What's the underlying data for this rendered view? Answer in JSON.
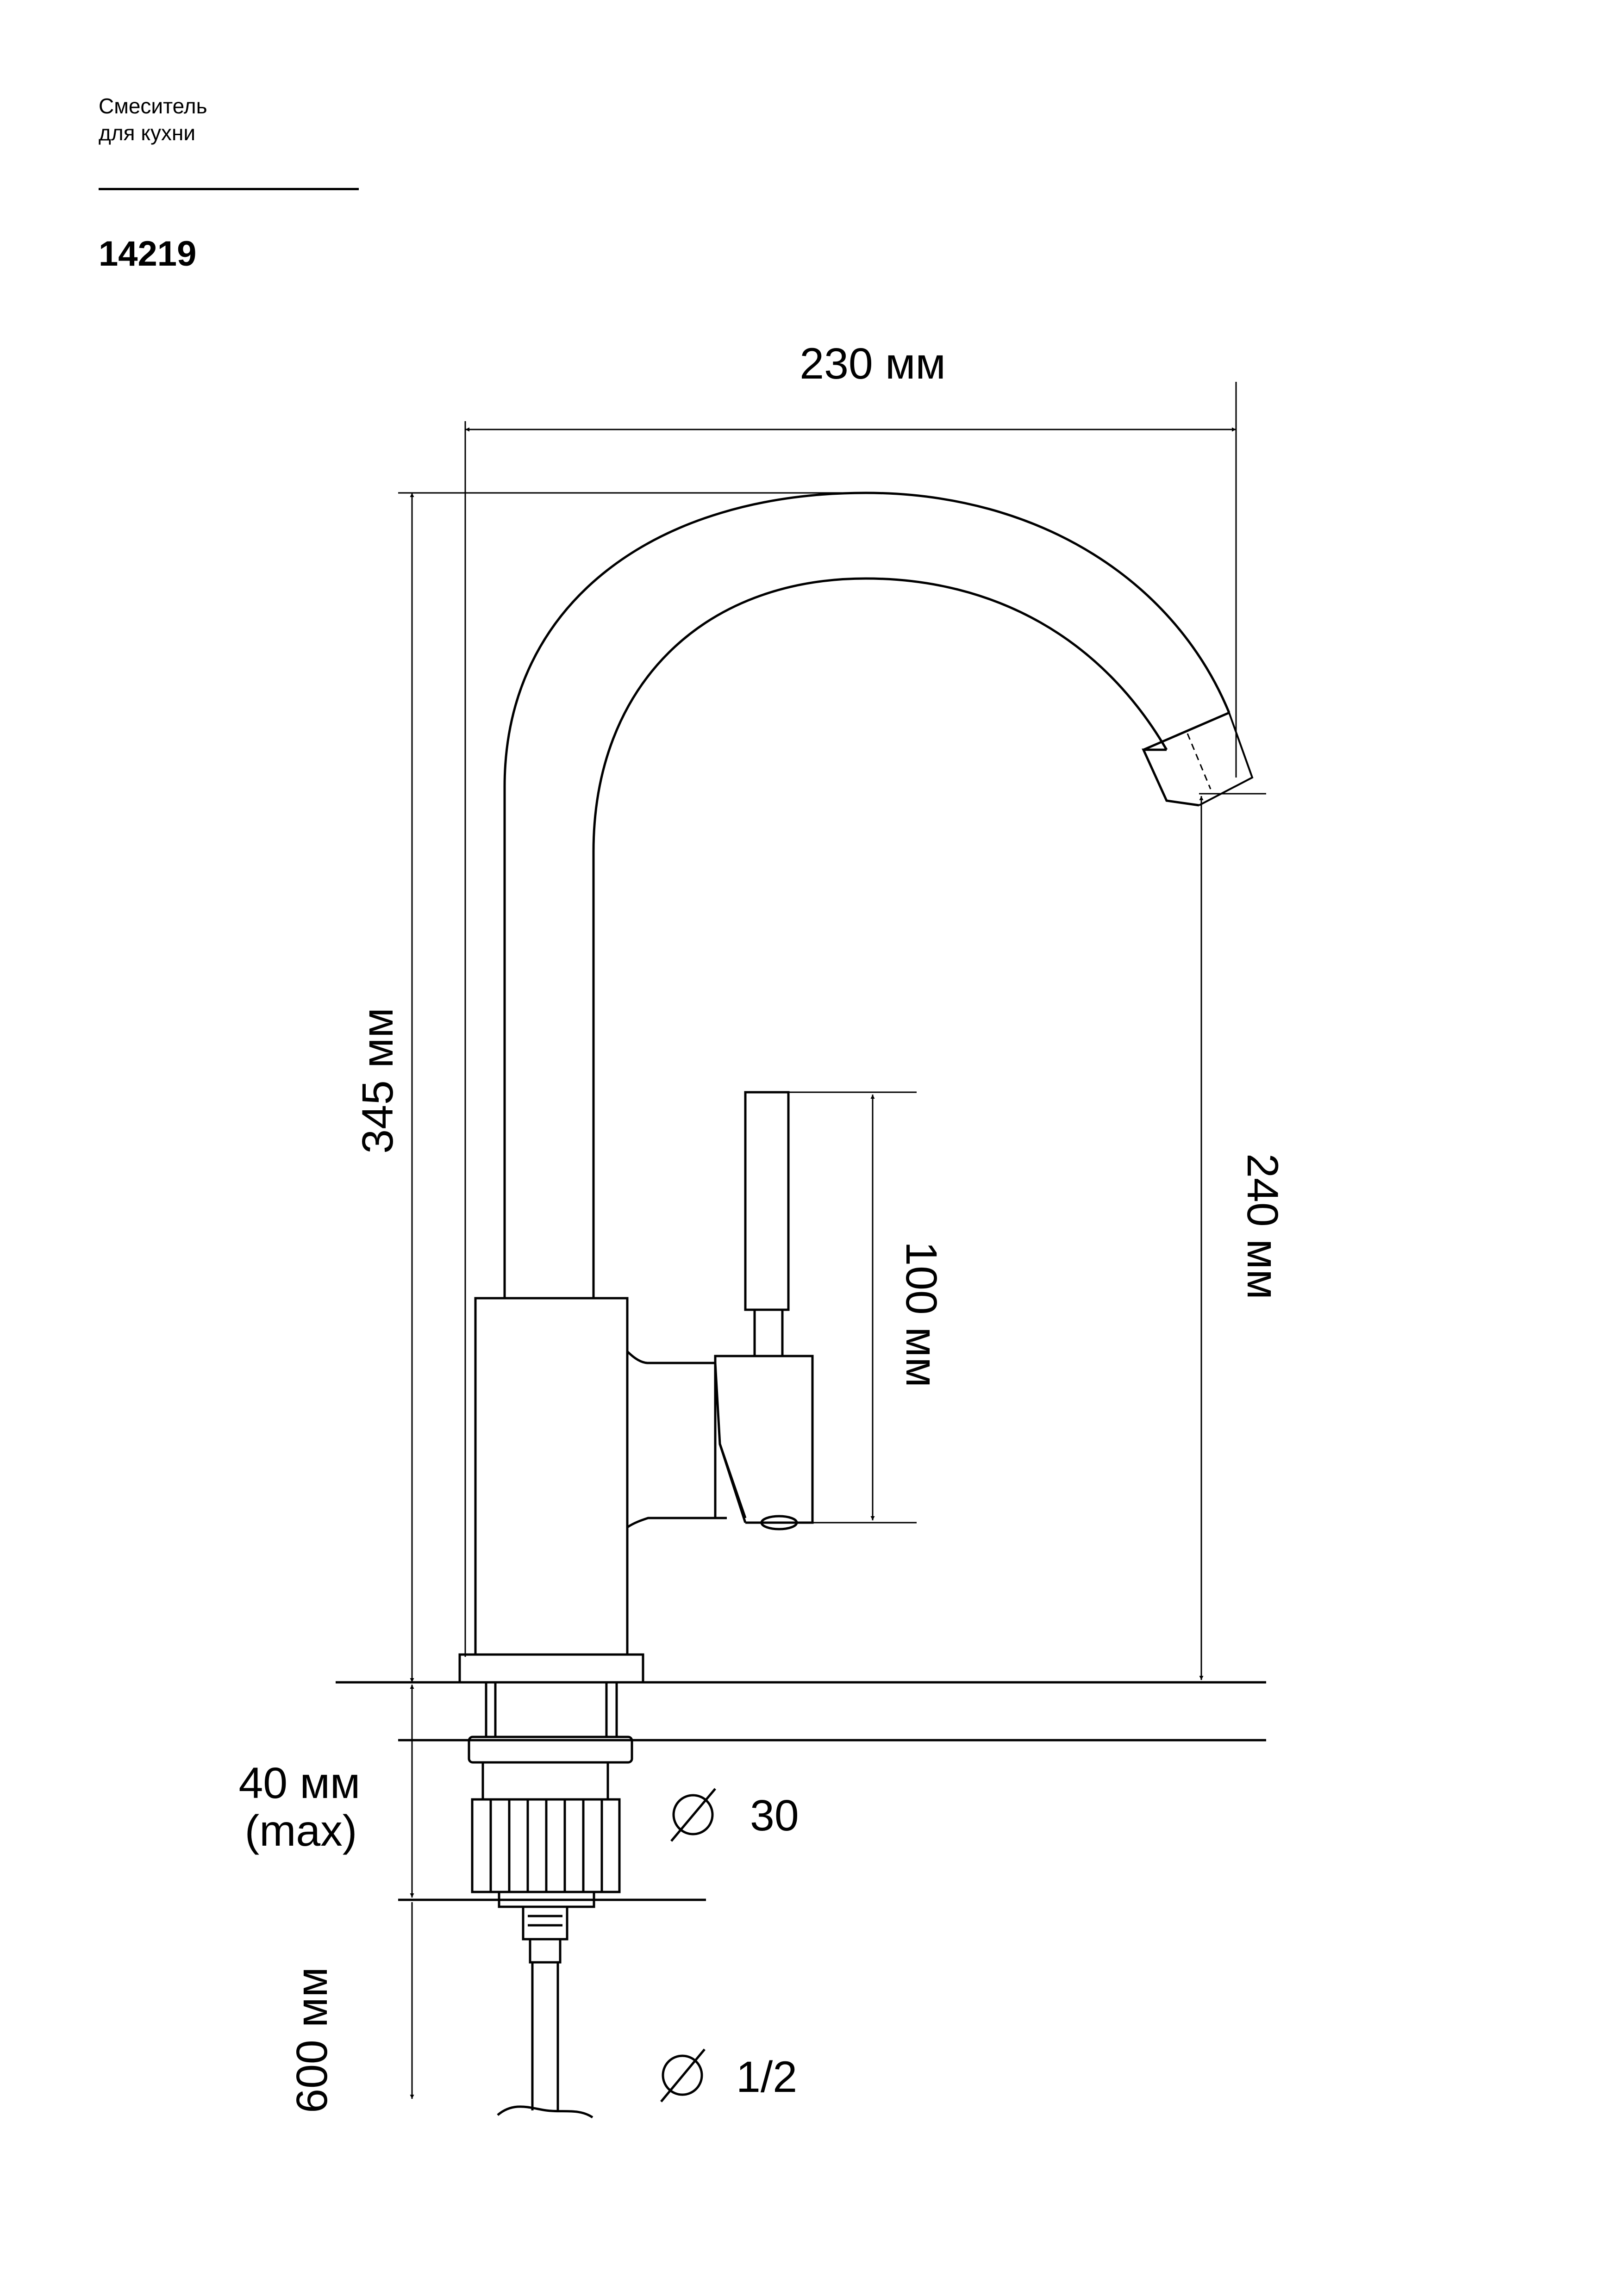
{
  "header": {
    "product_type": [
      "Смеситель",
      "для кухни"
    ],
    "model_number": "14219"
  },
  "dimensions": {
    "width": "230 мм",
    "total_height": "345 мм",
    "spout_height": "240 мм",
    "handle_height": "100 мм",
    "mount_thickness": [
      "40 мм",
      "(max)"
    ],
    "hose_length": "600 мм",
    "mount_diameter": "30",
    "hose_diameter": "1/2"
  }
}
